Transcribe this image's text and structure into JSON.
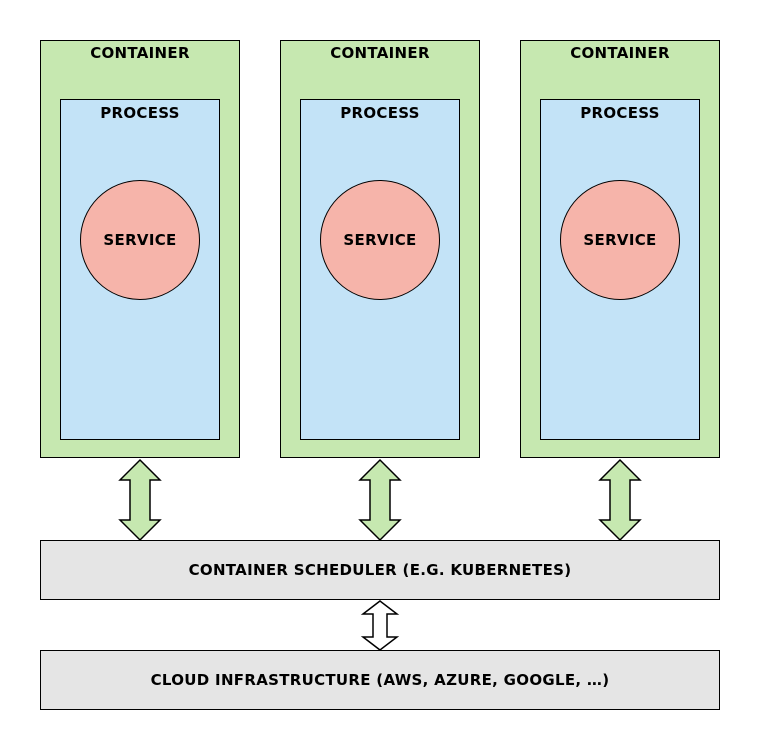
{
  "containers": [
    {
      "title": "CONTAINER",
      "process": {
        "title": "PROCESS",
        "service": "SERVICE"
      }
    },
    {
      "title": "CONTAINER",
      "process": {
        "title": "PROCESS",
        "service": "SERVICE"
      }
    },
    {
      "title": "CONTAINER",
      "process": {
        "title": "PROCESS",
        "service": "SERVICE"
      }
    }
  ],
  "scheduler": {
    "label": "CONTAINER SCHEDULER (E.G. KUBERNETES)"
  },
  "infrastructure": {
    "label": "CLOUD INFRASTRUCTURE (AWS, AZURE, GOOGLE, …)"
  },
  "colors": {
    "container": "#c6e8b0",
    "process": "#c3e3f7",
    "service": "#f6b4aa",
    "bar": "#e5e5e5",
    "arrow_green": "#c6e8b0",
    "arrow_white": "#ffffff"
  }
}
